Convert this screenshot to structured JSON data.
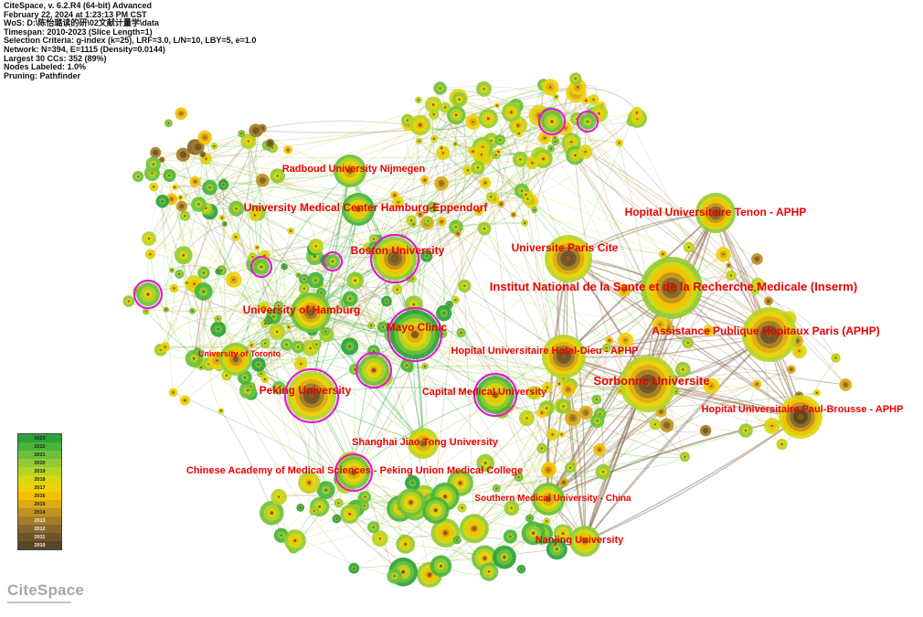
{
  "header": {
    "lines": [
      "CiteSpace, v. 6.2.R4 (64-bit) Advanced",
      "February 22, 2024 at 1:23:13 PM CST",
      "WoS: D:\\陈怡璐读的研\\02文献计量学\\data",
      "Timespan: 2010-2023 (Slice Length=1)",
      "Selection Criteria: g-index (k=25), LRF=3.0, L/N=10, LBY=5, e=1.0",
      "Network: N=394, E=1115 (Density=0.0144)",
      "Largest 30 CCs: 352 (89%)",
      "Nodes Labeled: 1.0%",
      "Pruning: Pathfinder"
    ]
  },
  "legend": {
    "years": [
      {
        "year": "2023",
        "color": "#2aa339"
      },
      {
        "year": "2022",
        "color": "#48b43a"
      },
      {
        "year": "2021",
        "color": "#6cc13c"
      },
      {
        "year": "2020",
        "color": "#92cb33"
      },
      {
        "year": "2019",
        "color": "#b6d423"
      },
      {
        "year": "2018",
        "color": "#d8d811"
      },
      {
        "year": "2017",
        "color": "#efd10a"
      },
      {
        "year": "2016",
        "color": "#f5c000"
      },
      {
        "year": "2015",
        "color": "#dcaa14"
      },
      {
        "year": "2014",
        "color": "#bf931f"
      },
      {
        "year": "2013",
        "color": "#a27d28"
      },
      {
        "year": "2012",
        "color": "#86682b"
      },
      {
        "year": "2011",
        "color": "#6d562a"
      },
      {
        "year": "2010",
        "color": "#5a4524"
      }
    ]
  },
  "logo": {
    "text": "CiteSpace"
  },
  "colors": {
    "label": "#ee0000",
    "burst_ring": "#e11bd2"
  },
  "labeled_nodes": [
    {
      "label": "Radboud University Nijmegen"
    },
    {
      "label": "University Medical Center Hamburg-Eppendorf"
    },
    {
      "label": "Hopital Universitaire Tenon - APHP"
    },
    {
      "label": "Boston University"
    },
    {
      "label": "Universite Paris Cite"
    },
    {
      "label": "Institut National de la Sante et de la Recherche Medicale (Inserm)"
    },
    {
      "label": "University of Hamburg"
    },
    {
      "label": "Mayo Clinic"
    },
    {
      "label": "Assistance Publique Hopitaux Paris (APHP)"
    },
    {
      "label": "University of Toronto"
    },
    {
      "label": "Hopital Universitaire Hotel-Dieu - APHP"
    },
    {
      "label": "Sorbonne Universite"
    },
    {
      "label": "Peking University"
    },
    {
      "label": "Capital Medical University"
    },
    {
      "label": "Hopital Universitaire Paul-Brousse - APHP"
    },
    {
      "label": "Shanghai Jiao Tong University"
    },
    {
      "label": "Chinese Academy of Medical Sciences - Peking Union Medical College"
    },
    {
      "label": "Southern Medical University - China"
    },
    {
      "label": "Nanjing University"
    }
  ]
}
